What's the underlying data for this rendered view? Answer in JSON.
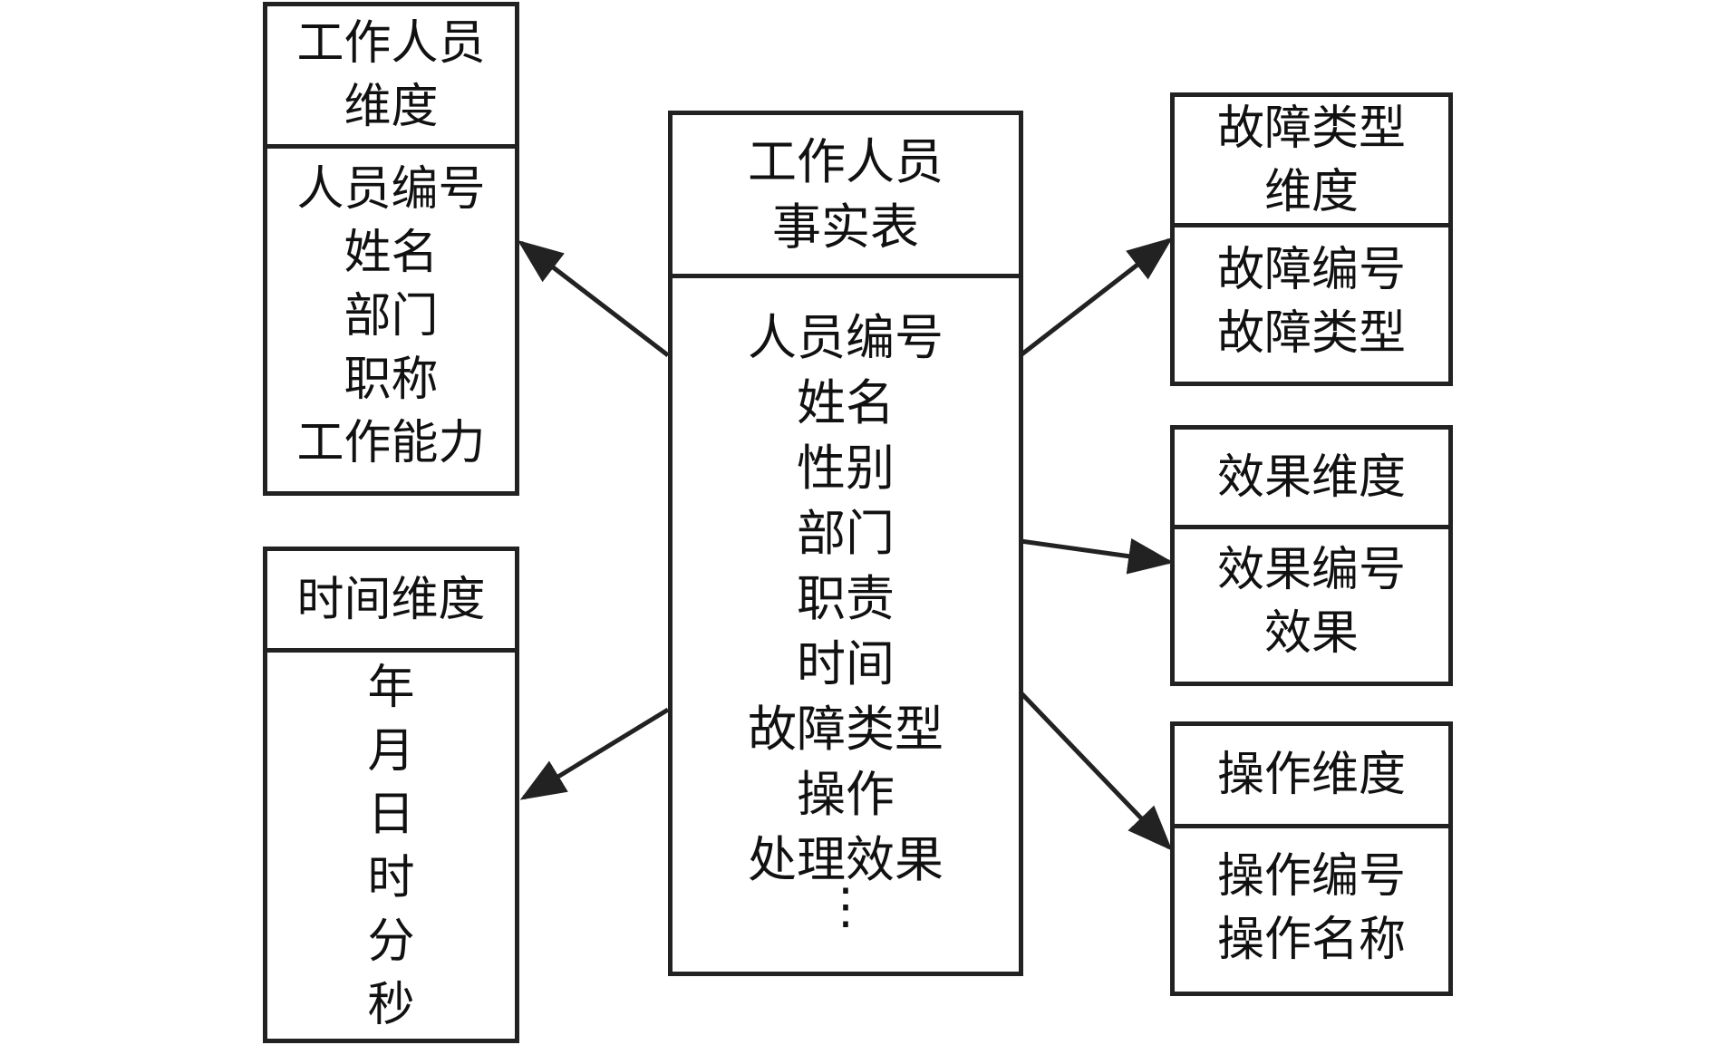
{
  "fact_table": {
    "title": [
      "工作人员",
      "事实表"
    ],
    "fields": [
      "人员编号",
      "姓名",
      "性别",
      "部门",
      "职责",
      "时间",
      "故障类型",
      "操作",
      "处理效果"
    ],
    "ellipsis": "⋮"
  },
  "staff_dimension": {
    "title": [
      "工作人员",
      "维度"
    ],
    "fields": [
      "人员编号",
      "姓名",
      "部门",
      "职称",
      "工作能力"
    ]
  },
  "time_dimension": {
    "title": [
      "时间维度"
    ],
    "fields": [
      "年",
      "月",
      "日",
      "时",
      "分",
      "秒"
    ]
  },
  "fault_type_dimension": {
    "title": [
      "故障类型",
      "维度"
    ],
    "fields": [
      "故障编号",
      "故障类型"
    ]
  },
  "effect_dimension": {
    "title": [
      "效果维度"
    ],
    "fields": [
      "效果编号",
      "效果"
    ]
  },
  "operation_dimension": {
    "title": [
      "操作维度"
    ],
    "fields": [
      "操作编号",
      "操作名称"
    ]
  },
  "colors": {
    "line": "#222222",
    "background": "#ffffff"
  }
}
